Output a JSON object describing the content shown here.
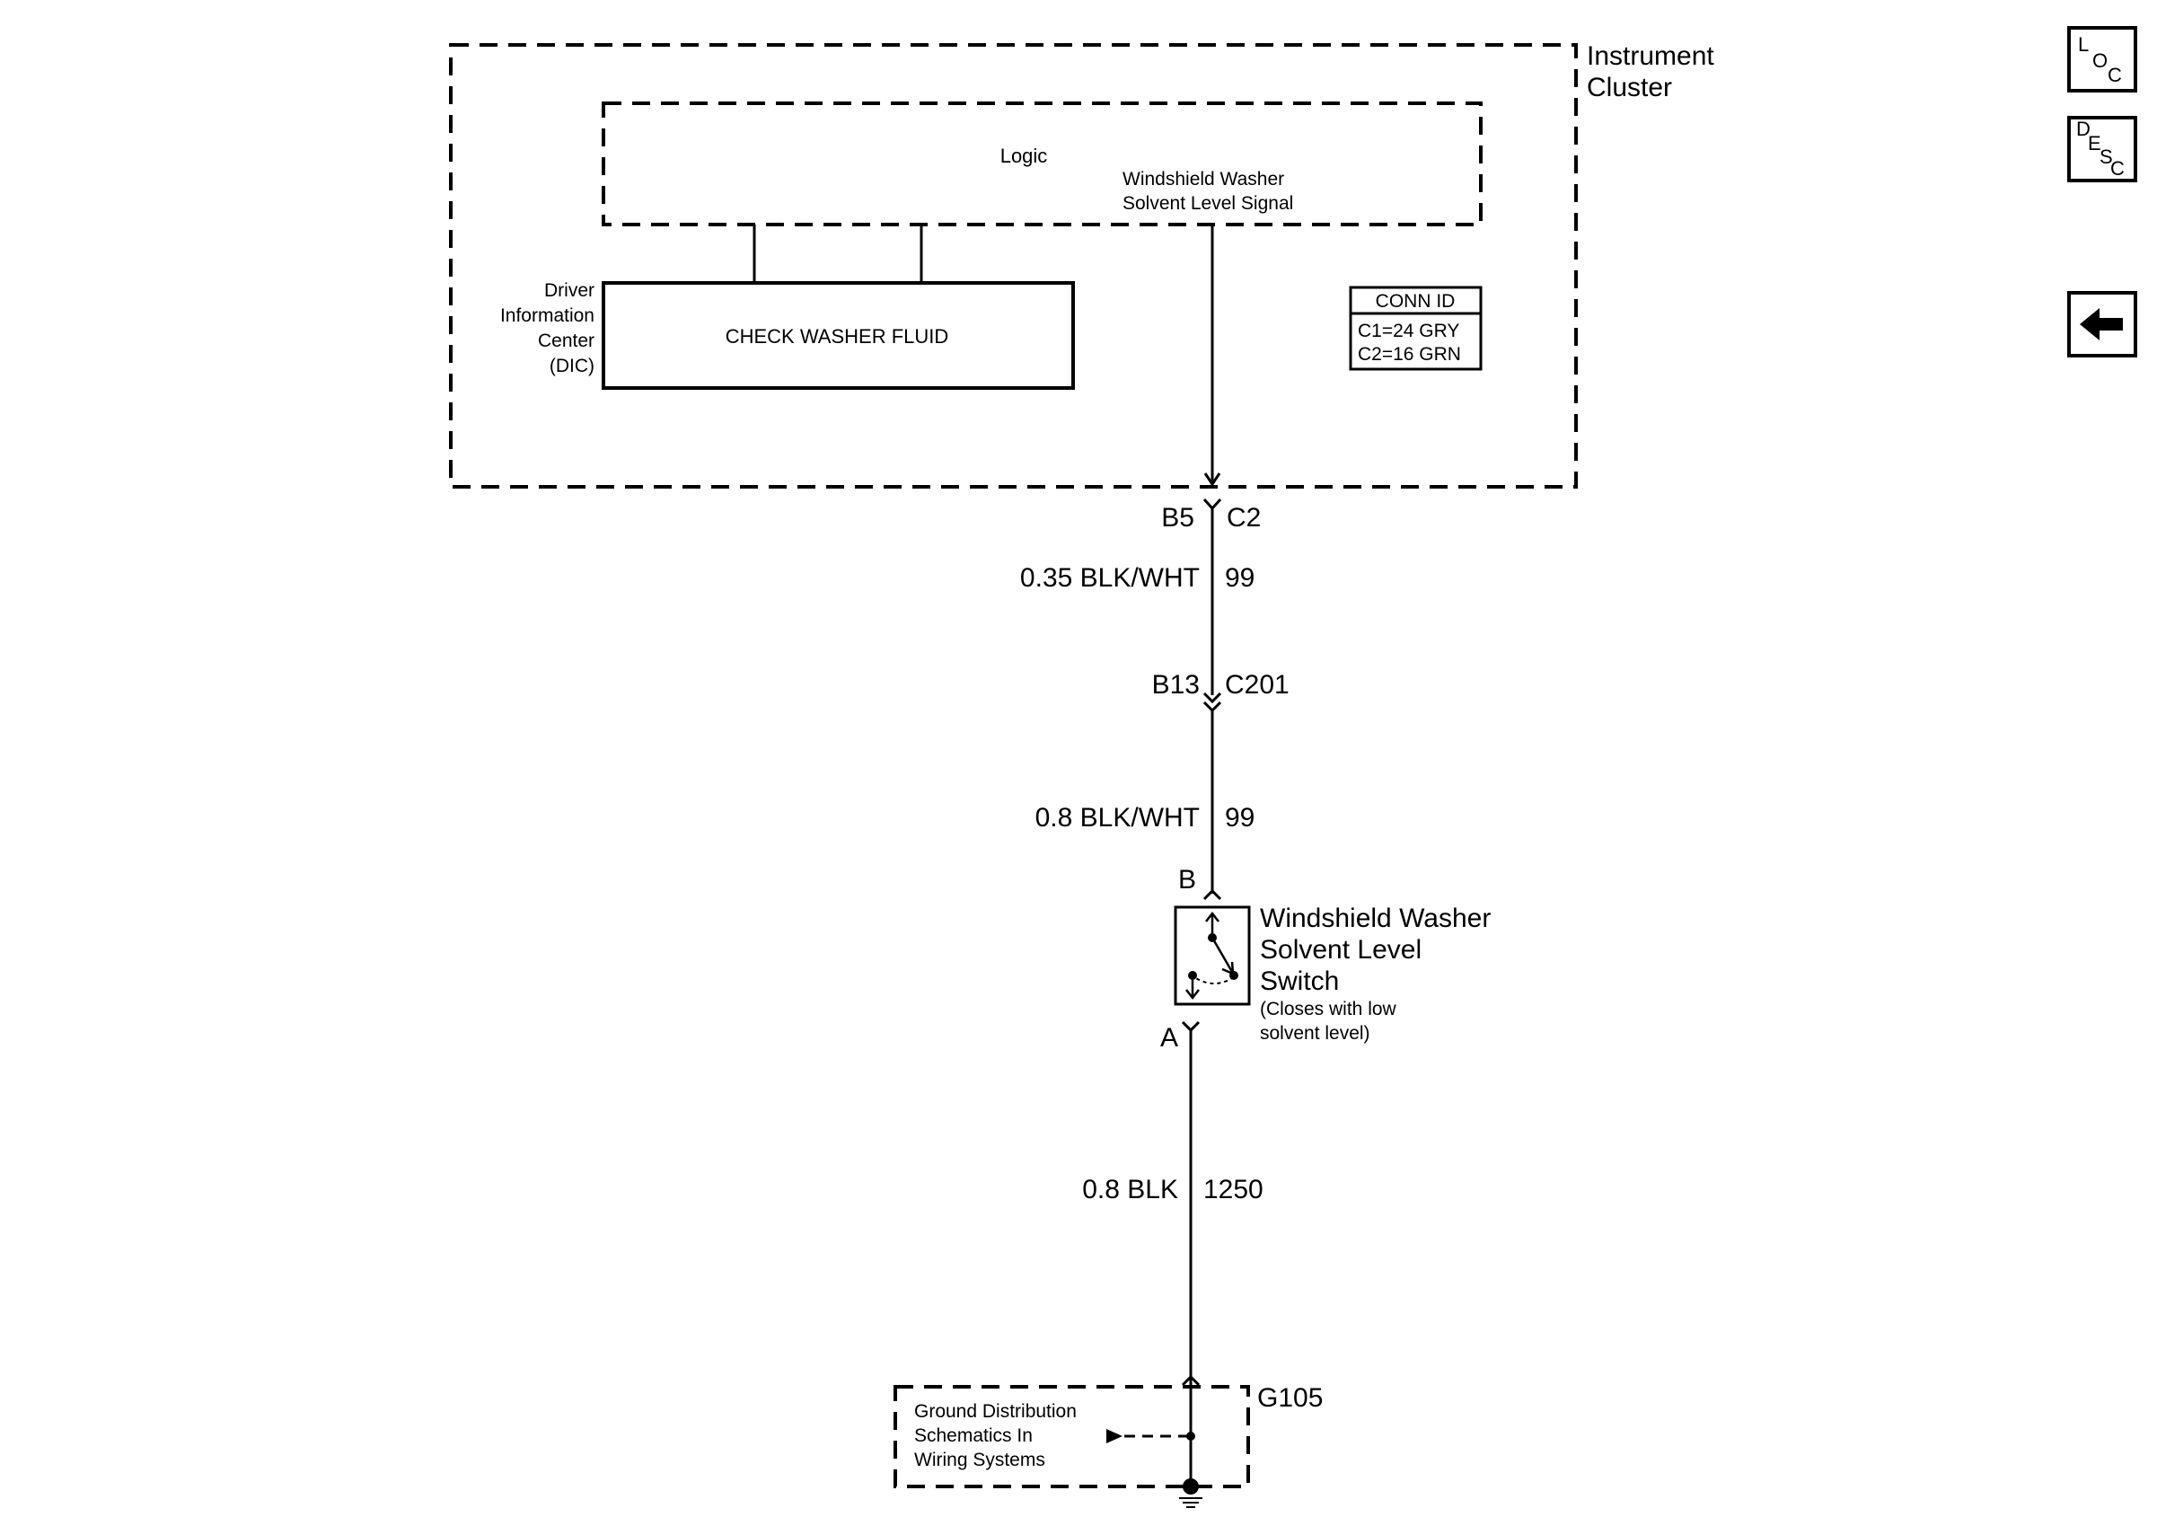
{
  "instrument_cluster": {
    "label_line1": "Instrument",
    "label_line2": "Cluster",
    "logic_label": "Logic",
    "signal_line1": "Windshield Washer",
    "signal_line2": "Solvent Level Signal",
    "dic_line1": "Driver",
    "dic_line2": "Information",
    "dic_line3": "Center",
    "dic_line4": "(DIC)",
    "dic_message": "CHECK WASHER FLUID",
    "conn_id": {
      "header": "CONN ID",
      "row1": "C1=24 GRY",
      "row2": "C2=16 GRN"
    }
  },
  "connector_c2": {
    "pin": "B5",
    "name": "C2"
  },
  "wire_1": {
    "gauge_color": "0.35 BLK/WHT",
    "circuit": "99"
  },
  "connector_c201": {
    "pin": "B13",
    "name": "C201"
  },
  "wire_2": {
    "gauge_color": "0.8 BLK/WHT",
    "circuit": "99"
  },
  "switch": {
    "pin_top": "B",
    "pin_bottom": "A",
    "label_line1": "Windshield Washer",
    "label_line2": "Solvent Level",
    "label_line3": "Switch",
    "note_line1": "(Closes with low",
    "note_line2": "solvent level)"
  },
  "wire_3": {
    "gauge_color": "0.8 BLK",
    "circuit": "1250"
  },
  "ground": {
    "name": "G105",
    "ref_line1": "Ground Distribution",
    "ref_line2": "Schematics In",
    "ref_line3": "Wiring Systems"
  },
  "nav": {
    "loc": {
      "l": "L",
      "o": "O",
      "c": "C"
    },
    "desc": {
      "d": "D",
      "e": "E",
      "s": "S",
      "c": "C"
    }
  }
}
